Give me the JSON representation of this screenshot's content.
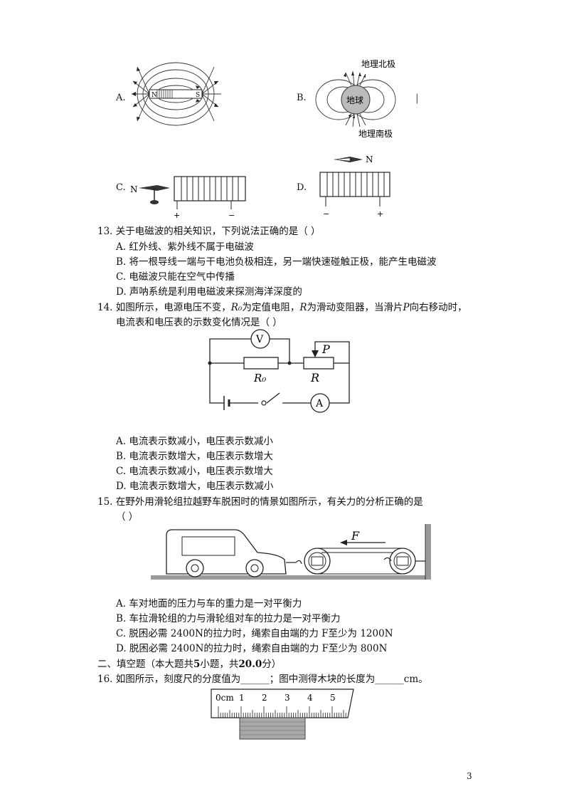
{
  "q12": {
    "options": {
      "A": "A.",
      "B": "B.",
      "C": "C.",
      "D": "D."
    },
    "figA": {
      "n": "N",
      "s": "S"
    },
    "figB": {
      "north": "地理北极",
      "south": "地理南极",
      "earth": "地球"
    },
    "figC": {
      "n": "N",
      "plus": "+",
      "minus": "−"
    },
    "figD": {
      "n": "N",
      "minus": "−",
      "plus": "+"
    }
  },
  "q13": {
    "stem": "13.  关于电磁波的相关知识，下列说法正确的是（        ）",
    "A": "A.  红外线、紫外线不属于电磁波",
    "B": "B.  将一根导线一端与干电池负极相连，另一端快速碰触正极，能产生电磁波",
    "C": "C.  电磁波只能在空气中传播",
    "D": "D.  声呐系统是利用电磁波来探测海洋深度的"
  },
  "q14": {
    "stem_a": "14.  如图所示，电源电压不变，",
    "stem_r0": "R₀",
    "stem_b": "为定值电阻，",
    "stem_r": "R",
    "stem_c": "为滑动变阻器，当滑片",
    "stem_p": "P",
    "stem_d": "向右移动时，",
    "stem2": "电流表和电压表的示数变化情况是（        ）",
    "fig": {
      "v": "V",
      "a": "A",
      "p": "P",
      "r0": "R₀",
      "r": "R"
    },
    "A": "A.  电流表示数减小，电压表示数减小",
    "B": "B.  电流表示数增大，电压表示数增大",
    "C": "C.  电流表示数减小，电压表示数增大",
    "D": "D.  电流表示数增大，电压表示数减小"
  },
  "q15": {
    "stem": "15.  在野外用滑轮组拉越野车脱困时的情景如图所示，有关力的分析正确的是",
    "stem2": "（        ）",
    "fig": {
      "f": "F"
    },
    "A": "A.  车对地面的压力与车的重力是一对平衡力",
    "B": "B.  车拉滑轮组的力与滑轮组对车的拉力是一对平衡力",
    "C": "C.  脱困必需 2400N的拉力时，绳索自由端的力 F至少为 1200N",
    "D": "D.  脱困必需 2400N的拉力时，绳索自由端的力 F至少为 800N"
  },
  "section2": {
    "pre": "二、填空题（本大题共",
    "n": "5",
    "mid": "小题，共",
    "score": "20.0",
    "post": "分）"
  },
  "q16": {
    "stem": "16.  如图所示，刻度尺的分度值为______；图中测得木块的长度为______cm。",
    "ruler": {
      "unit": "0cm",
      "ticks": [
        "1",
        "2",
        "3",
        "4",
        "5"
      ]
    }
  },
  "page_number": "3"
}
